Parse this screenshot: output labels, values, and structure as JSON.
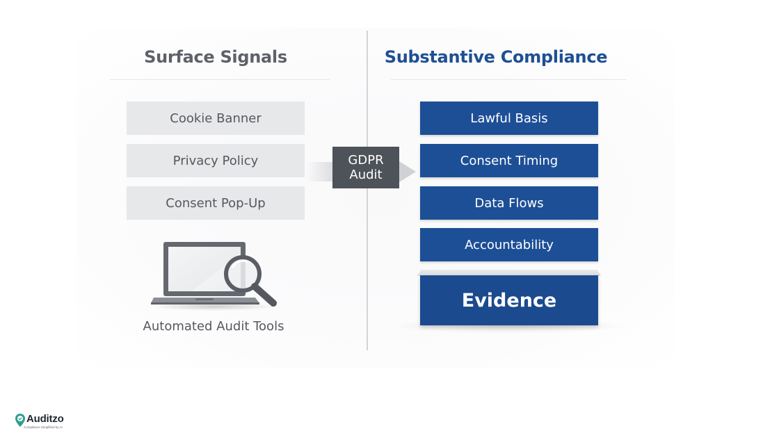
{
  "left_column": {
    "title": "Surface Signals",
    "items": [
      "Cookie Banner",
      "Privacy Policy",
      "Consent Pop-Up"
    ],
    "tool_label": "Automated Audit Tools",
    "tool_icon": "laptop-magnifier-icon"
  },
  "center": {
    "audit_label_line1": "GDPR",
    "audit_label_line2": "Audit",
    "arrow_icon": "arrow-right-icon"
  },
  "right_column": {
    "title": "Substantive Compliance",
    "items": [
      "Lawful Basis",
      "Consent Timing",
      "Data Flows",
      "Accountability"
    ],
    "foundation": "Evidence"
  },
  "brand": {
    "name": "Auditzo",
    "tagline": "Compliance Simplified by AI",
    "icon": "shield-check-icon"
  },
  "colors": {
    "accent_blue": "#1d4f96",
    "gray_box": "#e7e8ea",
    "dark_gray": "#4e5259"
  }
}
